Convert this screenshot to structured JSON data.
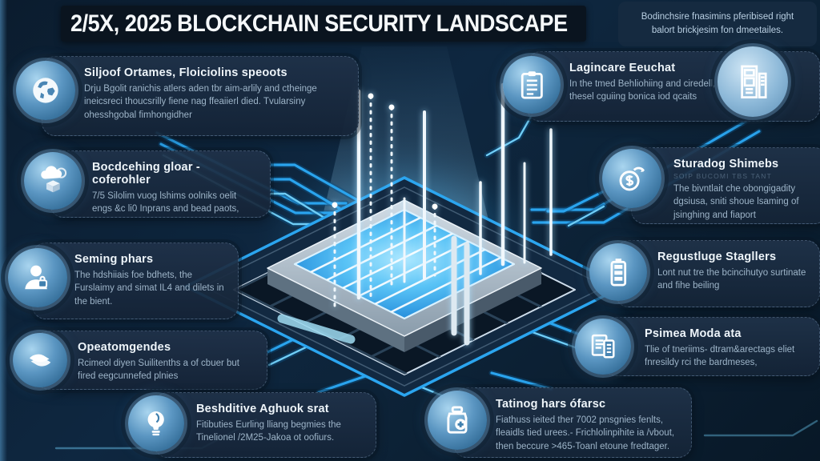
{
  "header": {
    "title": "2/5X, 2025 BLOCKCHAIN SECURITY LANDSCAPE",
    "note": "Bodinchsire fnasimins pferibised right balort brickjesim fon dmeetailes."
  },
  "callouts": {
    "left": [
      {
        "icon": "globe-icon",
        "title": "Siljoof Ortames, Floiciolins speoots",
        "body": "Drju Bgolit ranichis atlers aden tbr aim-arlily and ctheinge ineicsreci thoucsrilly fiene nag ffeaiierl died. Tvularsiny ohesshgobal fimhongidher"
      },
      {
        "icon": "cloud-box-icon",
        "title": "Bocdcehing gloar - coferohler",
        "body": "7/5 Silolim vuog lshims oolniks oelit engs &c li0 Inprans and bead paots,"
      },
      {
        "icon": "user-lock-icon",
        "title": "Seming phars",
        "body": "The hdshiiais foe bdhets, the Furslaimy and simat IL4 and dilets in the bient."
      },
      {
        "icon": "hands-icon",
        "title": "Opeatomgendes",
        "body": "Rcimeol diyen Suilitenths a of cbuer but fired eegcunnefed plnies"
      },
      {
        "icon": "lightbulb-icon",
        "title": "Beshditive Aghuok srat",
        "body": "Fitibuties Eurling lliang begmies the Tinelionel /2M25-Jakoa ot oofiurs."
      }
    ],
    "right": [
      {
        "icon": "clipboard-icon",
        "icon2": "server-building-icon",
        "title": "Lagincare Eeuchat",
        "body": "In the tmed Behliohiing and ciredell, thesel cguiing bonica iod qcaits"
      },
      {
        "icon": "money-transfer-icon",
        "title": "Sturadog Shimebs",
        "subtitle": "Soip Bucomi Tbs Tant",
        "body": "The bivntlait che obongigadity dgsiusa, sniti shoue lsaming of jsinghing and fiaport"
      },
      {
        "icon": "battery-checklist-icon",
        "title": "Regustluge Stagllers",
        "body": "Lont nut tre the bcincihutyo surtinate and fihe beiling"
      },
      {
        "icon": "documents-icon",
        "title": "Psimea Moda ata",
        "body": "Tlie of tneriims- dtram&arectags eliet fnresildy rci the bardmeses,"
      }
    ],
    "bottom": {
      "icon": "first-aid-icon",
      "title": "Tatinog hars ófarsc",
      "body": "Fiathuss ieited ther 7002 pnsgnies fenlts, fleaidls tied urees.- Frichlolinpihite ia /vbout, then beccure >465-Toanl etoune fredtager."
    }
  },
  "colors": {
    "accent": "#2aa4ee",
    "glow": "#59c8ff",
    "background": "#0d2135",
    "panel": "#1a3048"
  }
}
